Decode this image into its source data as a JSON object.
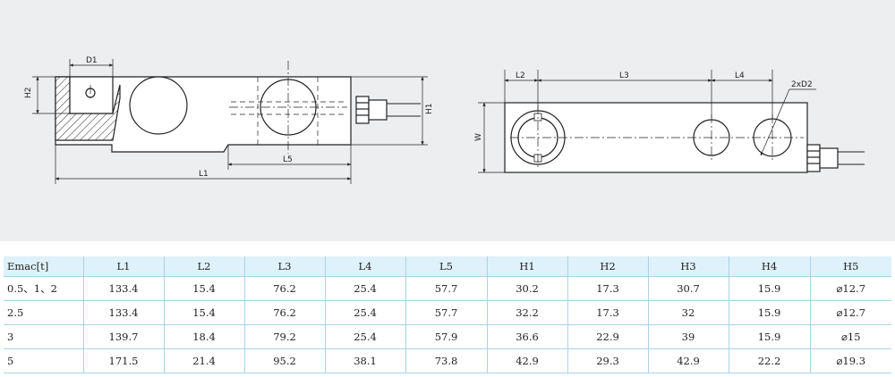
{
  "labels": {
    "D1": "D1",
    "H2": "H2",
    "H1": "H1",
    "L5": "L5",
    "L1": "L1",
    "L2": "L2",
    "L3": "L3",
    "L4": "L4",
    "W": "W",
    "D2": "2xD2"
  },
  "table": {
    "headers": [
      "Emac[t]",
      "L1",
      "L2",
      "L3",
      "L4",
      "L5",
      "H1",
      "H2",
      "H3",
      "H4",
      "H5"
    ],
    "rows": [
      [
        "0.5、1、2",
        "133.4",
        "15.4",
        "76.2",
        "25.4",
        "57.7",
        "30.2",
        "17.3",
        "30.7",
        "15.9",
        "⌀12.7"
      ],
      [
        "2.5",
        "133.4",
        "15.4",
        "76.2",
        "25.4",
        "57.7",
        "32.2",
        "17.3",
        "32",
        "15.9",
        "⌀12.7"
      ],
      [
        "3",
        "139.7",
        "18.4",
        "79.2",
        "25.4",
        "57.9",
        "36.6",
        "22.9",
        "39",
        "15.9",
        "⌀15"
      ],
      [
        "5",
        "171.5",
        "21.4",
        "95.2",
        "38.1",
        "73.8",
        "42.9",
        "29.3",
        "42.9",
        "22.2",
        "⌀19.3"
      ]
    ]
  }
}
